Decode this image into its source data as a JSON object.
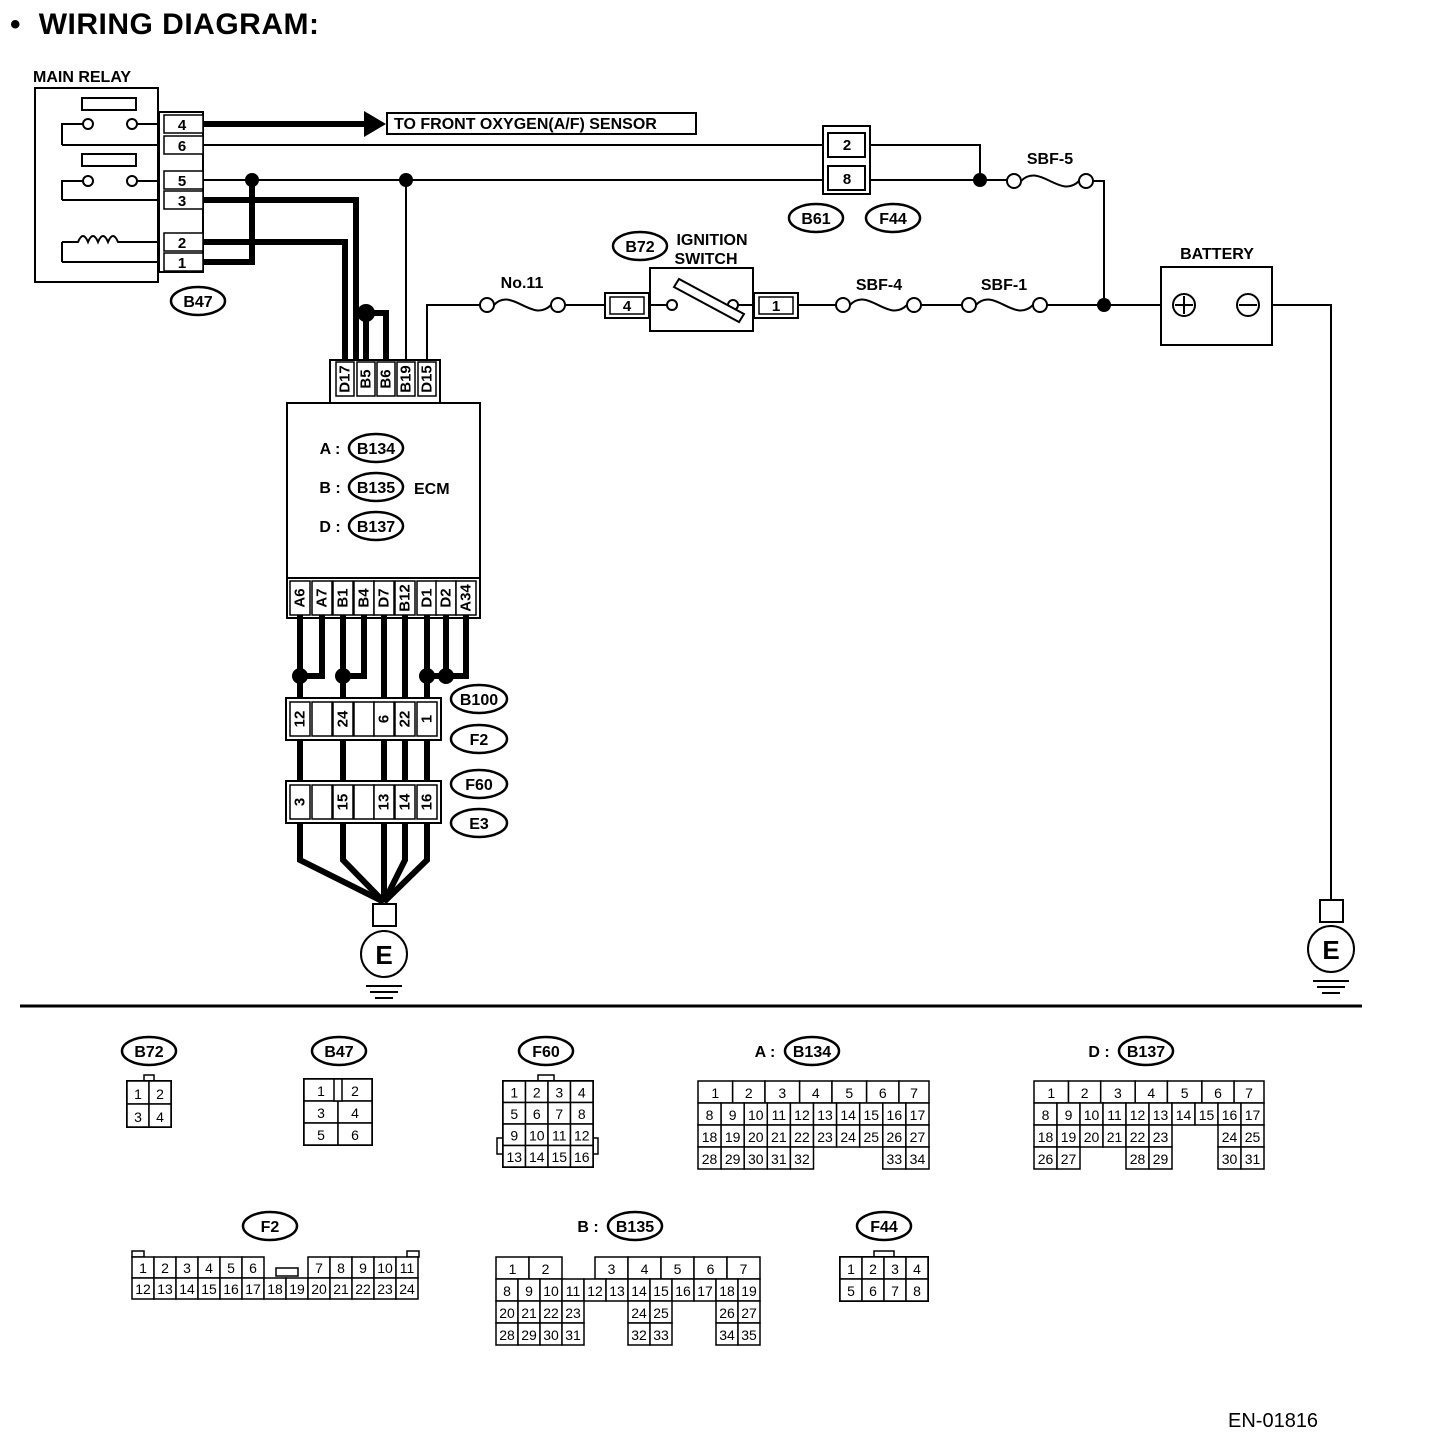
{
  "page": {
    "title": "WIRING DIAGRAM:",
    "code": "EN-01816"
  },
  "main_relay": {
    "label": "MAIN RELAY",
    "connector": "B47",
    "pins": [
      "4",
      "6",
      "5",
      "3",
      "2",
      "1"
    ]
  },
  "to_sensor_label": "TO FRONT OXYGEN(A/F) SENSOR",
  "b61_block": {
    "pins": [
      "2",
      "8"
    ],
    "connectors": [
      "B61",
      "F44"
    ]
  },
  "fuses": {
    "sbf5": "SBF-5",
    "no11": "No.11",
    "sbf4": "SBF-4",
    "sbf1": "SBF-1"
  },
  "ignition": {
    "connector": "B72",
    "label_line1": "IGNITION",
    "label_line2": "SWITCH",
    "pin_left": "4",
    "pin_right": "1"
  },
  "battery": {
    "label": "BATTERY"
  },
  "ecm": {
    "label": "ECM",
    "top_pins": [
      "D17",
      "B5",
      "B6",
      "B19",
      "D15"
    ],
    "bottom_pins": [
      "A6",
      "A7",
      "B1",
      "B4",
      "D7",
      "B12",
      "D1",
      "D2",
      "A34"
    ],
    "connectors": [
      {
        "prefix": "A :",
        "name": "B134"
      },
      {
        "prefix": "B :",
        "name": "B135"
      },
      {
        "prefix": "D :",
        "name": "B137"
      }
    ]
  },
  "b100_block": {
    "pins": [
      "12",
      "24",
      "6",
      "22",
      "1"
    ],
    "connectors": [
      "B100",
      "F2"
    ]
  },
  "f60_block": {
    "pins": [
      "3",
      "15",
      "13",
      "14",
      "16"
    ],
    "connectors": [
      "F60",
      "E3"
    ]
  },
  "ground_label": "E",
  "connector_views": {
    "b72": {
      "name": "B72",
      "rows": [
        [
          "1",
          "2"
        ],
        [
          "3",
          "4"
        ]
      ]
    },
    "b47": {
      "name": "B47",
      "rows": [
        [
          "1",
          "2"
        ],
        [
          "3",
          "4"
        ],
        [
          "5",
          "6"
        ]
      ]
    },
    "f60": {
      "name": "F60",
      "rows": [
        [
          "1",
          "2",
          "3",
          "4"
        ],
        [
          "5",
          "6",
          "7",
          "8"
        ],
        [
          "9",
          "10",
          "11",
          "12"
        ],
        [
          "13",
          "14",
          "15",
          "16"
        ]
      ]
    },
    "b134": {
      "prefix": "A :",
      "name": "B134",
      "rows": [
        [
          "1",
          "2",
          "3",
          "4",
          "5",
          "6",
          "7"
        ],
        [
          "8",
          "9",
          "10",
          "11",
          "12",
          "13",
          "14",
          "15",
          "16",
          "17"
        ],
        [
          "18",
          "19",
          "20",
          "21",
          "22",
          "23",
          "24",
          "25",
          "26",
          "27"
        ],
        [
          "28",
          "29",
          "30",
          "31",
          "32",
          "33",
          "34"
        ]
      ]
    },
    "b137": {
      "prefix": "D :",
      "name": "B137",
      "rows": [
        [
          "1",
          "2",
          "3",
          "4",
          "5",
          "6",
          "7"
        ],
        [
          "8",
          "9",
          "10",
          "11",
          "12",
          "13",
          "14",
          "15",
          "16",
          "17"
        ],
        [
          "18",
          "19",
          "20",
          "21",
          "22",
          "23",
          "24",
          "25"
        ],
        [
          "26",
          "27",
          "28",
          "29",
          "30",
          "31"
        ]
      ]
    },
    "f2": {
      "name": "F2",
      "rows": [
        [
          "1",
          "2",
          "3",
          "4",
          "5",
          "6",
          "7",
          "8",
          "9",
          "10",
          "11"
        ],
        [
          "12",
          "13",
          "14",
          "15",
          "16",
          "17",
          "18",
          "19",
          "20",
          "21",
          "22",
          "23",
          "24"
        ]
      ]
    },
    "b135": {
      "prefix": "B :",
      "name": "B135",
      "rows": [
        [
          "1",
          "2",
          "3",
          "4",
          "5",
          "6",
          "7"
        ],
        [
          "8",
          "9",
          "10",
          "11",
          "12",
          "13",
          "14",
          "15",
          "16",
          "17",
          "18",
          "19"
        ],
        [
          "20",
          "21",
          "22",
          "23",
          "24",
          "25",
          "26",
          "27"
        ],
        [
          "28",
          "29",
          "30",
          "31",
          "32",
          "33",
          "34",
          "35"
        ]
      ]
    },
    "f44": {
      "name": "F44",
      "rows": [
        [
          "1",
          "2",
          "3",
          "4"
        ],
        [
          "5",
          "6",
          "7",
          "8"
        ]
      ]
    }
  }
}
